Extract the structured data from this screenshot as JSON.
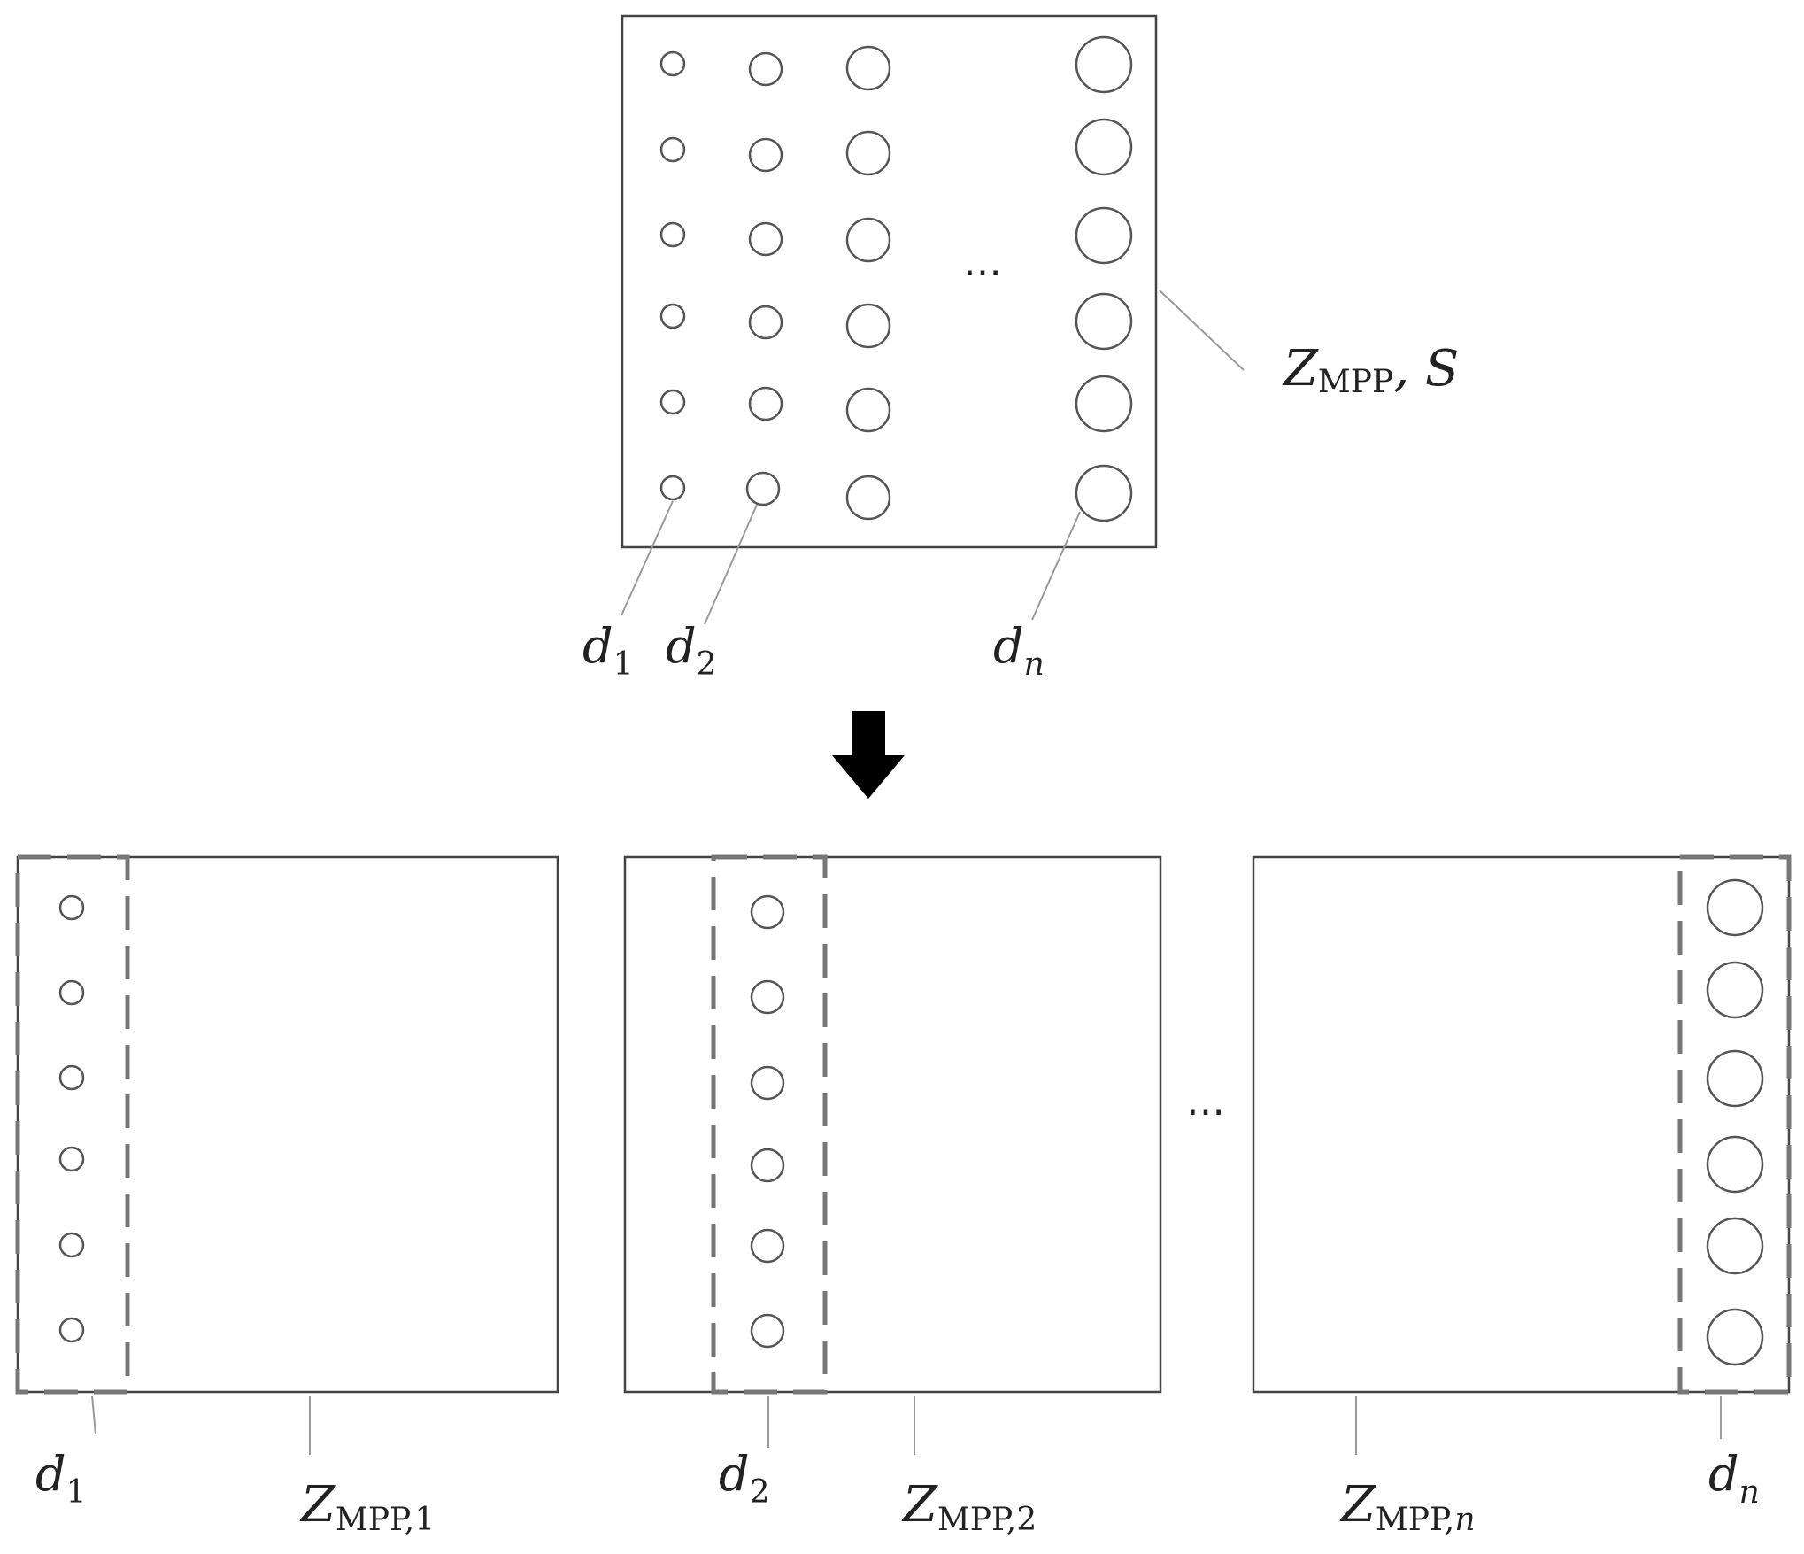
{
  "figure": {
    "source_panel": {
      "label_var": "Z",
      "label_sub": "MPP",
      "label_suffix": ", S",
      "ellipsis": "⋯",
      "pore_labels": [
        {
          "var": "d",
          "sub": "1"
        },
        {
          "var": "d",
          "sub": "2"
        },
        {
          "var": "d",
          "sub": "n",
          "sub_italic": true
        }
      ]
    },
    "arrow": {
      "icon": "down-arrow-icon",
      "color": "#000000"
    },
    "result_panels": [
      {
        "pore_var": "d",
        "pore_sub": "1",
        "z_var": "Z",
        "z_sub": "MPP,1"
      },
      {
        "pore_var": "d",
        "pore_sub": "2",
        "z_var": "Z",
        "z_sub": "MPP,2"
      },
      {
        "pore_var": "d",
        "pore_sub": "n",
        "pore_sub_italic": true,
        "z_var": "Z",
        "z_sub": "MPP,",
        "z_sub_italic": "n"
      }
    ],
    "result_ellipsis": "⋯",
    "colors": {
      "stroke": "#444444",
      "dashed": "#777777",
      "leader": "#9a9a9a",
      "text": "#222222"
    }
  }
}
